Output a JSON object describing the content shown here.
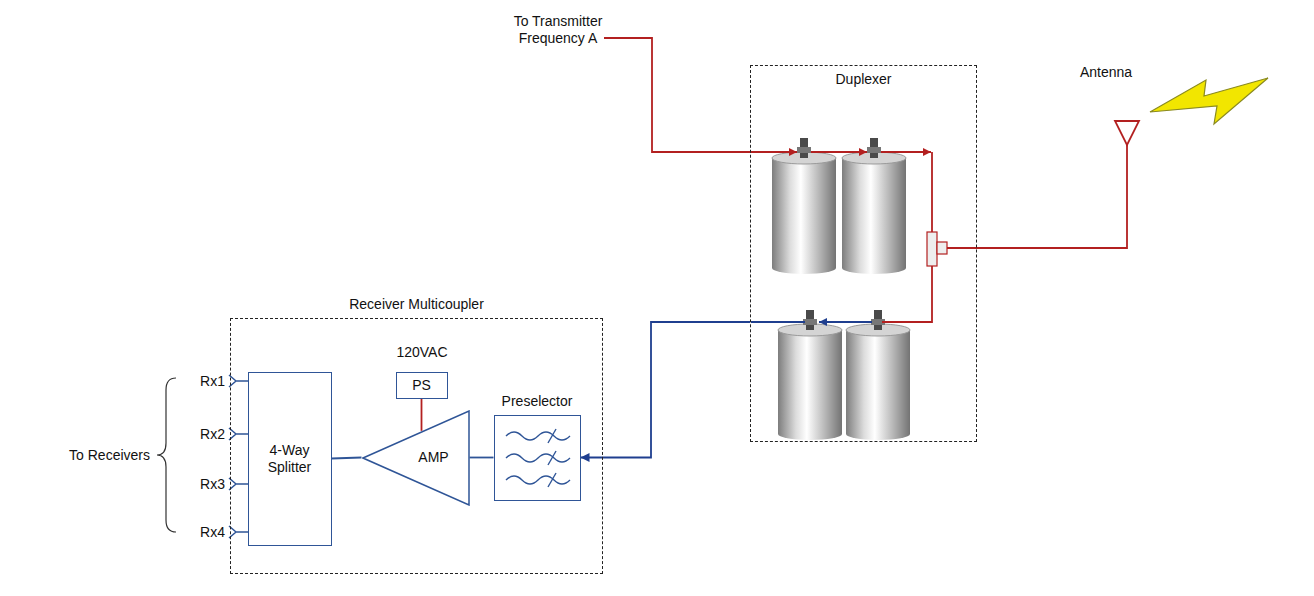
{
  "diagram": {
    "nodes": [
      {
        "text": [
          "Duplexer"
        ]
      },
      {
        "text": [
          "Receiver Multicoupler"
        ]
      },
      {
        "text": [
          "4-Way Splitter"
        ],
        "in": 1
      },
      {
        "text": [
          "PS"
        ],
        "in": 1
      },
      {
        "text": [
          "AMP"
        ],
        "in": 1
      },
      {
        "text": [
          "Preselector"
        ],
        "in": 1
      }
    ],
    "edges": [
      {
        "from": 0,
        "to": 5,
        "arrow": "to"
      },
      {
        "from": 5,
        "to": 4,
        "arrow": "none"
      },
      {
        "from": 4,
        "to": 2,
        "arrow": "none"
      },
      {
        "from": 3,
        "to": 4,
        "arrow": "none"
      }
    ],
    "labels": [
      "To Transmitter Frequency A",
      "Antenna",
      "120VAC",
      "To Receivers",
      "Rx1",
      "Rx2",
      "Rx3",
      "Rx4"
    ]
  }
}
